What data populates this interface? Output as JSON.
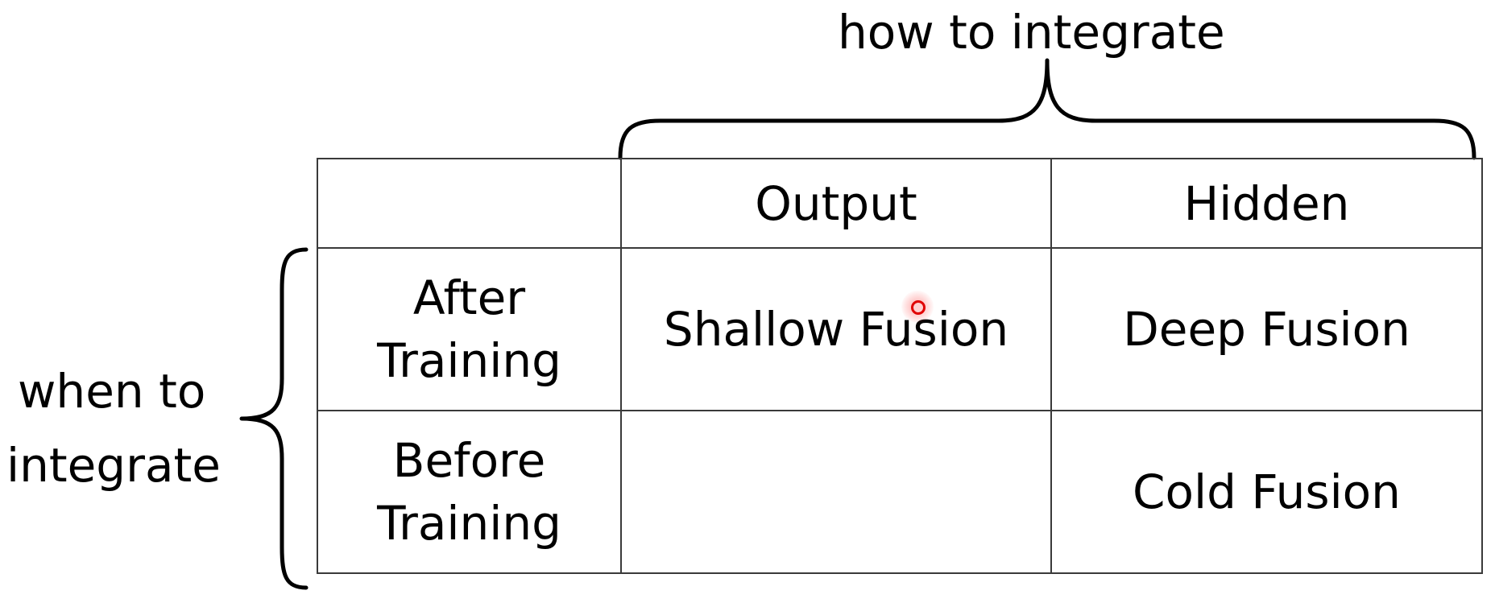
{
  "top_label": "how to integrate",
  "side_label": {
    "line1": "when to",
    "line2": "integrate"
  },
  "table": {
    "header": {
      "corner": "",
      "col1": "Output",
      "col2": "Hidden"
    },
    "rows": [
      {
        "label_line1": "After",
        "label_line2": "Training",
        "output": "Shallow Fusion",
        "hidden": "Deep Fusion"
      },
      {
        "label_line1": "Before",
        "label_line2": "Training",
        "output": "",
        "hidden": "Cold Fusion"
      }
    ]
  },
  "colors": {
    "text": "#000000",
    "grid_line": "#3a3a3a",
    "pointer": "#e00000"
  }
}
